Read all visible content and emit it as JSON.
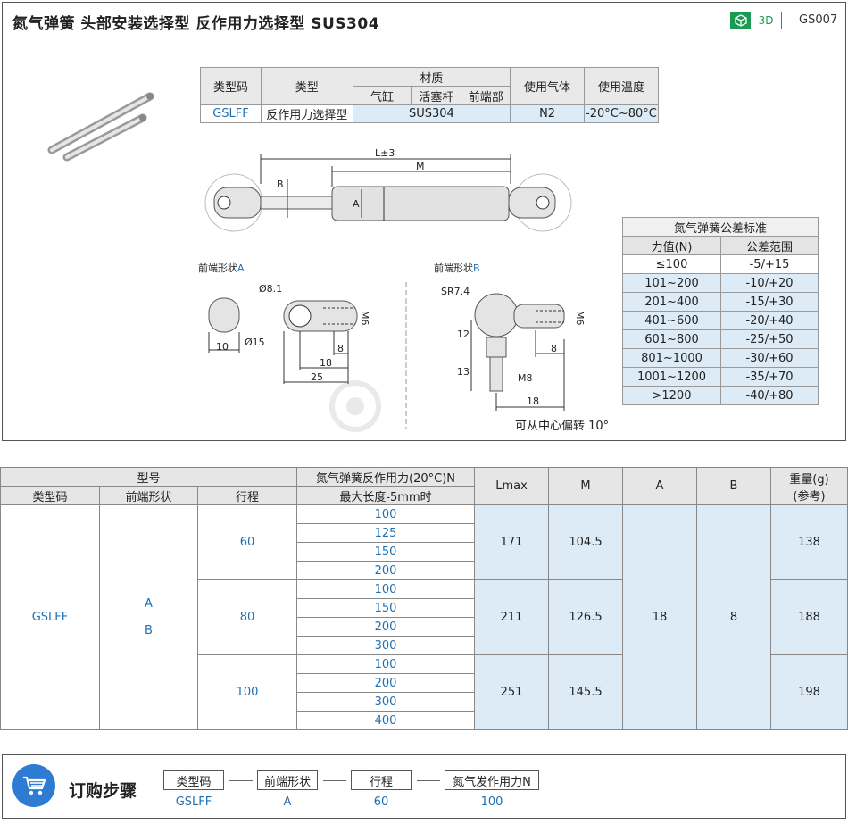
{
  "header": {
    "title": "氮气弹簧  头部安装选择型  反作用力选择型  SUS304",
    "badge_3d": "3D",
    "code": "GS007"
  },
  "spec_table": {
    "headers": {
      "type_code": "类型码",
      "type": "类型",
      "material": "材质",
      "cylinder": "气缸",
      "rod": "活塞杆",
      "front": "前端部",
      "gas": "使用气体",
      "temp": "使用温度"
    },
    "row": {
      "type_code": "GSLFF",
      "type": "反作用力选择型",
      "material": "SUS304",
      "gas": "N2",
      "temp": "-20°C~80°C"
    }
  },
  "drawing": {
    "dim_L": "L±3",
    "dim_M": "M",
    "dim_B": "B",
    "dim_A": "A",
    "shape_a_label": "前端形状",
    "shape_a_letter": "A",
    "shape_b_label": "前端形状",
    "shape_b_letter": "B",
    "phi81": "Ø8.1",
    "phi15": "Ø15",
    "m6_a": "M6",
    "m6_b": "M6",
    "d10": "10",
    "d8a": "8",
    "d18a": "18",
    "d25": "25",
    "sr74": "SR7.4",
    "d12": "12",
    "d13": "13",
    "d8b": "8",
    "m8": "M8",
    "d18b": "18",
    "note": "可从中心偏转 10°"
  },
  "tolerance": {
    "title": "氮气弹簧公差标准",
    "col1": "力值(N)",
    "col2": "公差范围",
    "rows": [
      {
        "force": "≤100",
        "tol": "-5/+15"
      },
      {
        "force": "101~200",
        "tol": "-10/+20"
      },
      {
        "force": "201~400",
        "tol": "-15/+30"
      },
      {
        "force": "401~600",
        "tol": "-20/+40"
      },
      {
        "force": "601~800",
        "tol": "-25/+50"
      },
      {
        "force": "801~1000",
        "tol": "-30/+60"
      },
      {
        "force": "1001~1200",
        "tol": "-35/+70"
      },
      {
        "force": ">1200",
        "tol": "-40/+80"
      }
    ]
  },
  "main_table": {
    "headers": {
      "model": "型号",
      "type_code": "类型码",
      "front_shape": "前端形状",
      "stroke": "行程",
      "force": "氮气弹簧反作用力(20°C)N",
      "force_sub": "最大长度-5mm时",
      "lmax": "Lmax",
      "m": "M",
      "a": "A",
      "b": "B",
      "weight": "重量(g)",
      "weight_sub": "(参考)"
    },
    "type_code": "GSLFF",
    "front_shape_a": "A",
    "front_shape_b": "B",
    "a_value": "18",
    "b_value": "8",
    "groups": [
      {
        "stroke": "60",
        "forces": [
          "100",
          "125",
          "150",
          "200"
        ],
        "lmax": "171",
        "m": "104.5",
        "weight": "138"
      },
      {
        "stroke": "80",
        "forces": [
          "100",
          "150",
          "200",
          "300"
        ],
        "lmax": "211",
        "m": "126.5",
        "weight": "188"
      },
      {
        "stroke": "100",
        "forces": [
          "100",
          "200",
          "300",
          "400"
        ],
        "lmax": "251",
        "m": "145.5",
        "weight": "198"
      }
    ]
  },
  "order": {
    "title": "订购步骤",
    "steps": [
      {
        "label": "类型码",
        "value": "GSLFF"
      },
      {
        "label": "前端形状",
        "value": "A"
      },
      {
        "label": "行程",
        "value": "60"
      },
      {
        "label": "氮气发作用力N",
        "value": "100"
      }
    ]
  },
  "colors": {
    "accent_blue": "#1f6fb3",
    "light_blue_fill": "#dcebf6",
    "badge_green": "#1a9b54",
    "cart_blue": "#2d7bd2"
  }
}
